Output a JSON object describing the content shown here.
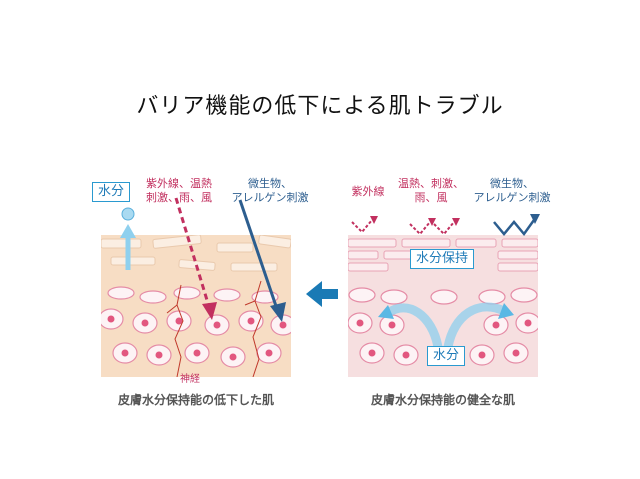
{
  "title": "バリア機能の低下による肌トラブル",
  "left": {
    "moisture_label": "水分",
    "uv_label": "紫外線、温熱\n刺激、雨、風",
    "allergen_label": "微生物、\nアレルゲン刺激",
    "nerve_label": "神経",
    "caption": "皮膚水分保持能の低下した肌"
  },
  "right": {
    "uv_label": "紫外線",
    "heat_label": "温熱、刺激、\n雨、風",
    "allergen_label": "微生物、\nアレルゲン刺激",
    "retention_label": "水分保持",
    "moisture_label": "水分",
    "caption": "皮膚水分保持能の健全な肌"
  },
  "colors": {
    "pink": "#c2305f",
    "blue": "#2d5e8f",
    "cyan": "#2a9ad0",
    "arrow": "#1a7ab5"
  }
}
